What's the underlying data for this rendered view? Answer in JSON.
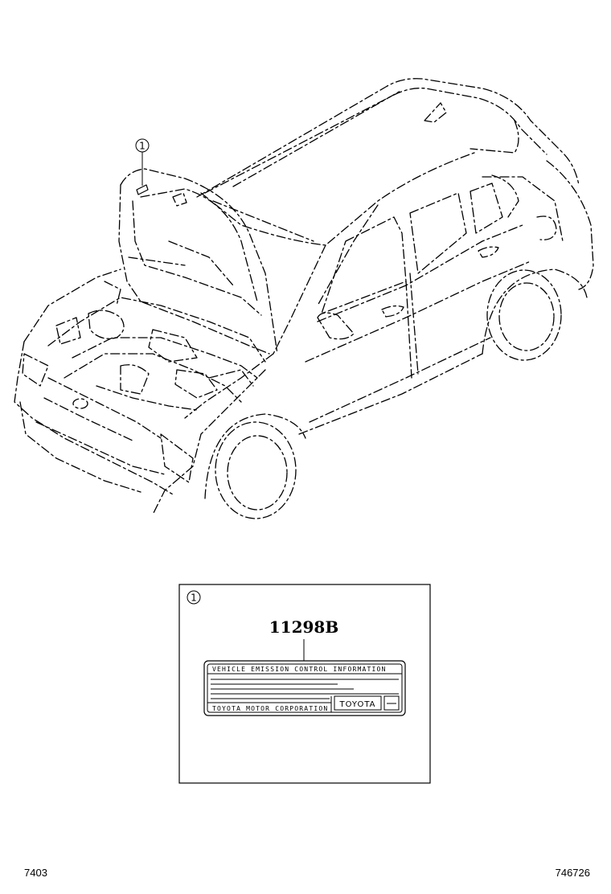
{
  "callout": {
    "number": "1"
  },
  "detail": {
    "callout_number": "1",
    "part_number": "11298B",
    "label": {
      "header": "VEHICLE EMISSION CONTROL INFORMATION",
      "footer": "TOYOTA MOTOR CORPORATION",
      "brand": "TOYOTA"
    }
  },
  "footer": {
    "left_code": "7403",
    "right_code": "746726"
  }
}
